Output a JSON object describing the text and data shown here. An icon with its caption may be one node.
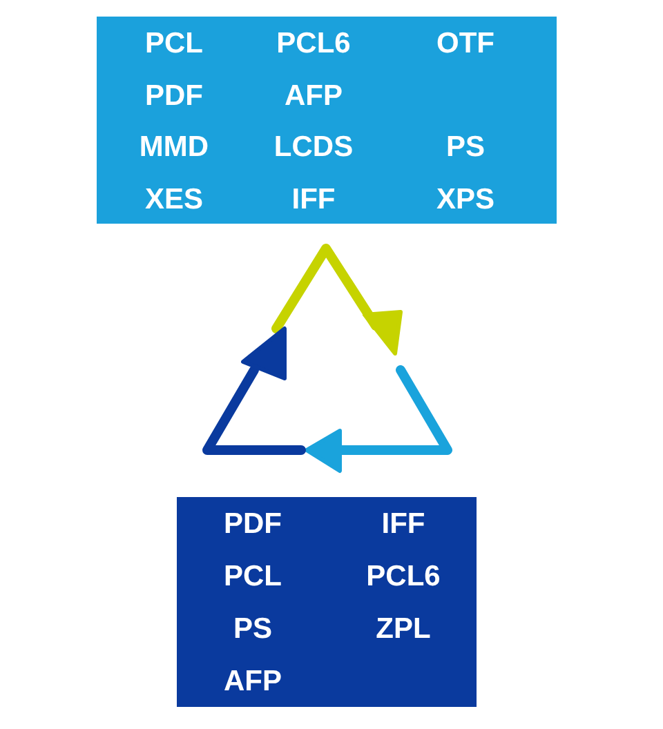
{
  "diagram": {
    "nodes": [
      {
        "text": [
          "PCL",
          "PCL6",
          "OTF",
          "PDF",
          "AFP",
          "MMD",
          "LCDS",
          "PS",
          "XES",
          "IFF",
          "XPS"
        ]
      },
      {
        "text": [
          "PDF",
          "IFF",
          "PCL",
          "PCL6",
          "PS",
          "ZPL",
          "AFP"
        ]
      }
    ]
  }
}
